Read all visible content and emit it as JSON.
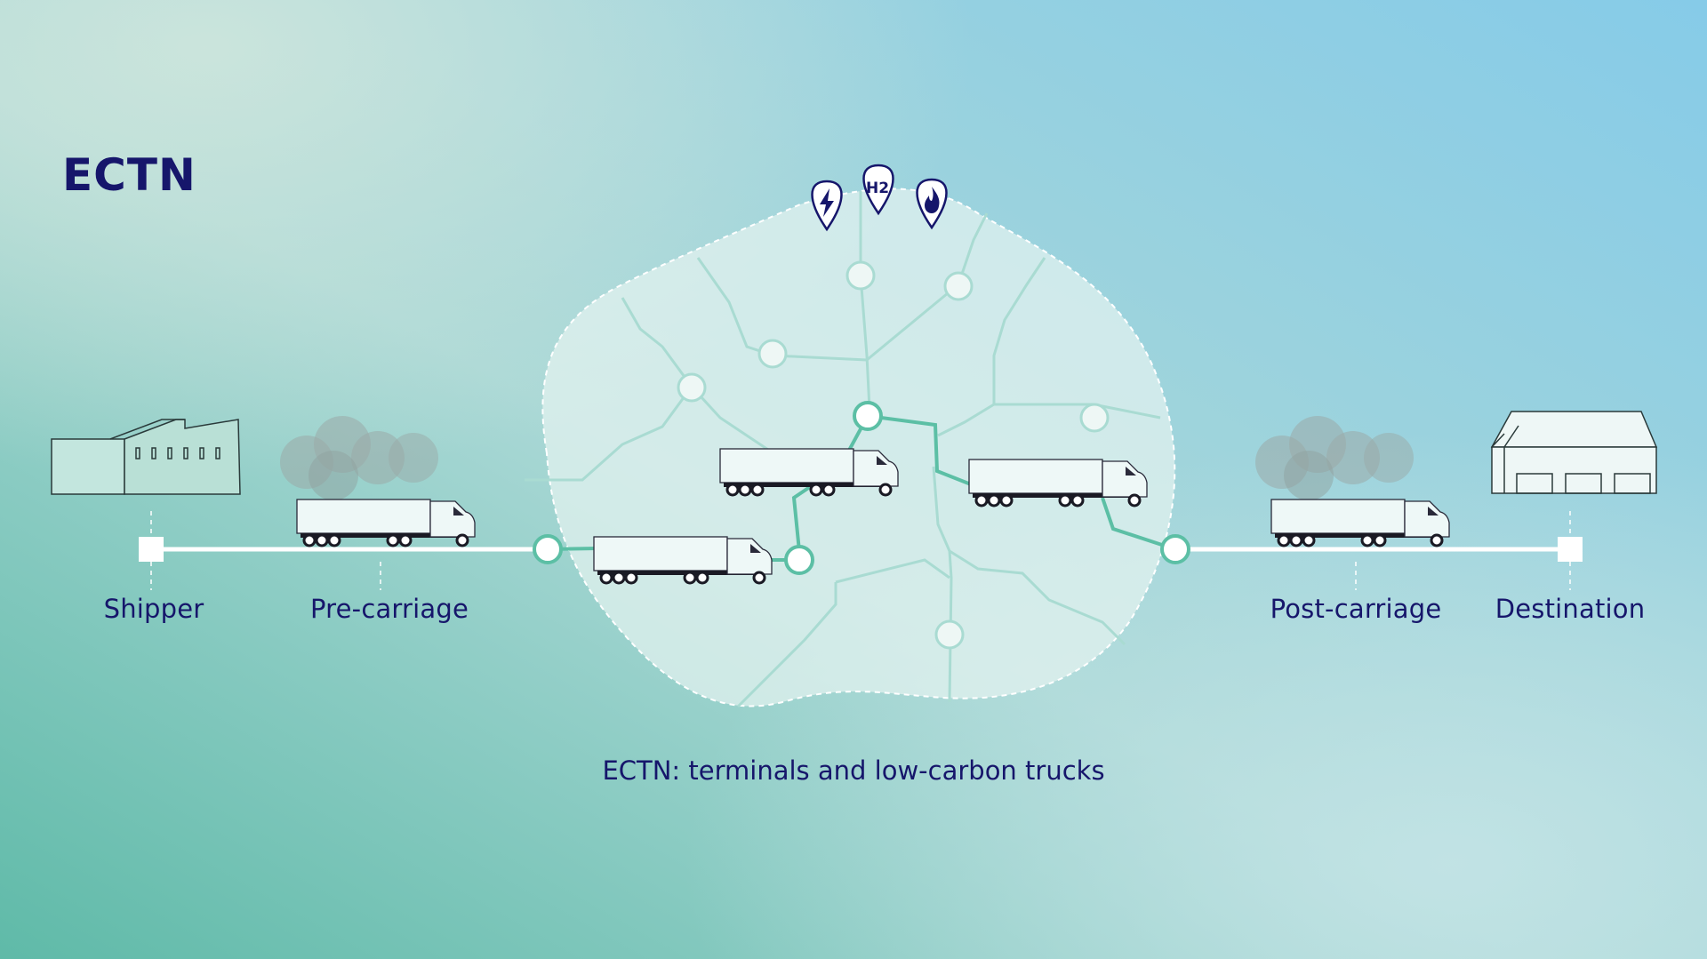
{
  "title": "ECTN",
  "caption": "ECTN: terminals and low-carbon trucks",
  "labels": {
    "shipper": "Shipper",
    "pre_carriage": "Pre-carriage",
    "post_carriage": "Post-carriage",
    "destination": "Destination"
  },
  "fuel_markers": {
    "electric": "electric-bolt-icon",
    "hydrogen": "H2",
    "gas": "flame-icon"
  },
  "colors": {
    "text": "#16166b",
    "route": "#5cbfa5",
    "network_line": "#a9dbd2"
  }
}
